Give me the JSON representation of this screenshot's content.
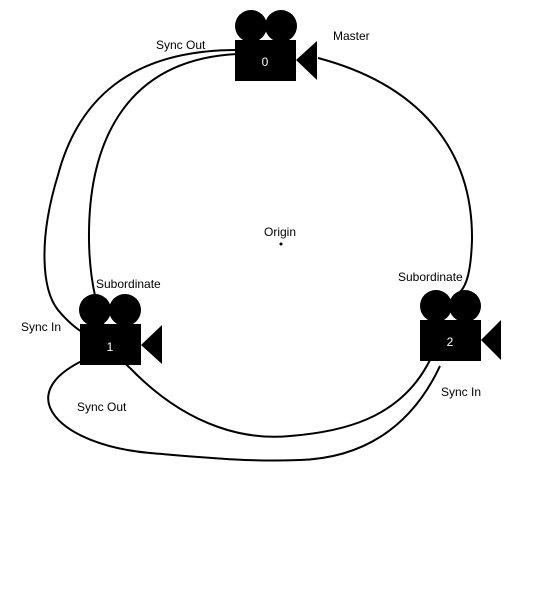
{
  "diagram": {
    "origin_label": "Origin",
    "colors": {
      "ink": "#000000",
      "background": "#ffffff",
      "camera_text": "#ffffff"
    },
    "cameras": [
      {
        "id": "0",
        "role": "Master",
        "icon": "movie-camera-icon"
      },
      {
        "id": "1",
        "role": "Subordinate",
        "icon": "movie-camera-icon"
      },
      {
        "id": "2",
        "role": "Subordinate",
        "icon": "movie-camera-icon"
      }
    ],
    "sync_labels": {
      "cam0_sync_out": "Sync Out",
      "cam1_sync_in": "Sync In",
      "cam1_sync_out": "Sync Out",
      "cam2_sync_in": "Sync In"
    }
  }
}
